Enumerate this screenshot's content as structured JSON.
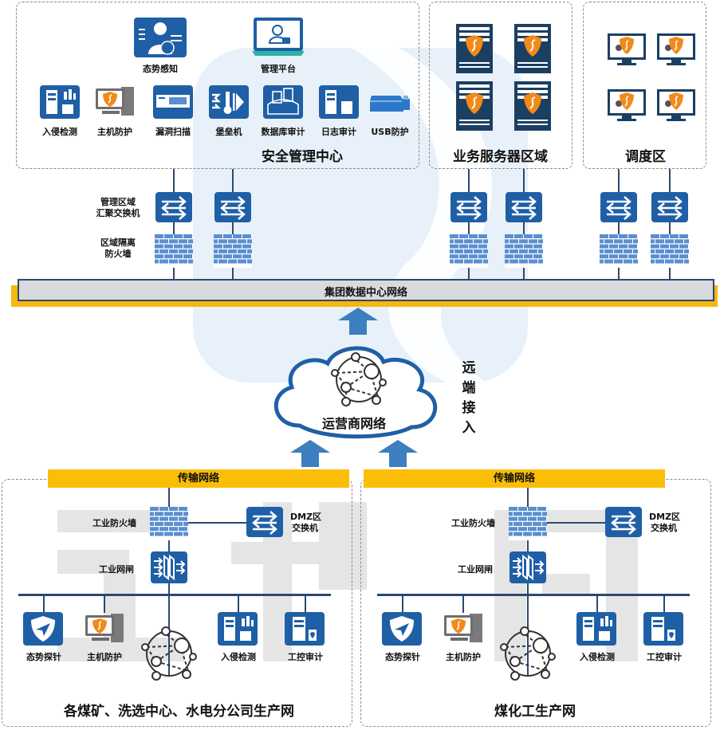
{
  "security_center": {
    "title": "安全管理中心",
    "top_items": [
      {
        "label": "态势感知",
        "icon": "situational-awareness-icon"
      },
      {
        "label": "管理平台",
        "icon": "management-platform-icon"
      }
    ],
    "items": [
      {
        "label": "入侵检测",
        "icon": "intrusion-detection-icon"
      },
      {
        "label": "主机防护",
        "icon": "host-protection-icon"
      },
      {
        "label": "漏洞扫描",
        "icon": "vulnerability-scan-icon"
      },
      {
        "label": "堡垒机",
        "icon": "bastion-host-icon"
      },
      {
        "label": "数据库审计",
        "icon": "database-audit-icon"
      },
      {
        "label": "日志审计",
        "icon": "log-audit-icon"
      },
      {
        "label": "USB防护",
        "icon": "usb-protection-icon"
      }
    ]
  },
  "server_zone": {
    "title": "业务服务器区域",
    "server_count": 4
  },
  "dispatch_zone": {
    "title": "调度区",
    "workstation_count": 4
  },
  "aggregation": {
    "switch_label_line1": "管理区域",
    "switch_label_line2": "汇聚交换机",
    "firewall_label_line1": "区域隔离",
    "firewall_label_line2": "防火墙"
  },
  "datacenter": {
    "label": "集团数据中心网络"
  },
  "carrier": {
    "label": "运营商网络",
    "remote_access": [
      "远",
      "端",
      "接",
      "入"
    ]
  },
  "production_left": {
    "transport_label": "传输网络",
    "firewall_label": "工业防火墙",
    "dmz_label_line1": "DMZ区",
    "dmz_label_line2": "交换机",
    "gateway_label": "工业网闸",
    "endpoints": [
      {
        "label": "态势探针",
        "icon": "situation-probe-icon"
      },
      {
        "label": "主机防护",
        "icon": "host-protection-icon"
      },
      {
        "label": "入侵检测",
        "icon": "intrusion-detection-icon"
      },
      {
        "label": "工控审计",
        "icon": "ics-audit-icon"
      }
    ],
    "title": "各煤矿、洗选中心、水电分公司生产网"
  },
  "production_right": {
    "transport_label": "传输网络",
    "firewall_label": "工业防火墙",
    "dmz_label_line1": "DMZ区",
    "dmz_label_line2": "交换机",
    "gateway_label": "工业网闸",
    "endpoints": [
      {
        "label": "态势探针",
        "icon": "situation-probe-icon"
      },
      {
        "label": "主机防护",
        "icon": "host-protection-icon"
      },
      {
        "label": "入侵检测",
        "icon": "intrusion-detection-icon"
      },
      {
        "label": "工控审计",
        "icon": "ics-audit-icon"
      }
    ],
    "title": "煤化工生产网"
  },
  "colors": {
    "primary_blue": "#1f5fa6",
    "dark_navy": "#1b3f63",
    "line": "#2b4a6e",
    "yellow": "#fbbe06",
    "arrow_blue": "#3d7fc0"
  }
}
